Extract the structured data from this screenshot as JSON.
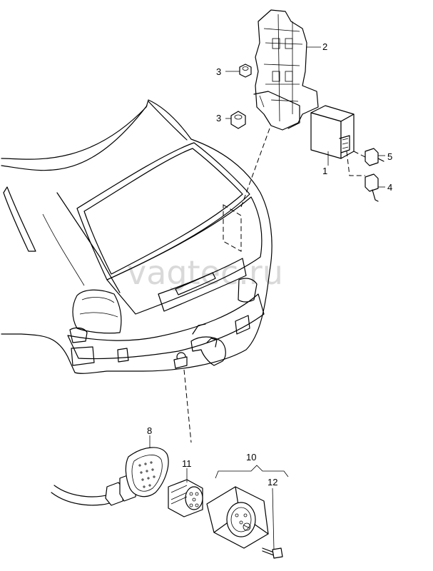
{
  "watermark": "vagtec.ru",
  "callouts": {
    "c1": "1",
    "c2": "2",
    "c3a": "3",
    "c3b": "3",
    "c4": "4",
    "c5": "5",
    "c8": "8",
    "c10": "10",
    "c11": "11",
    "c12": "12"
  }
}
